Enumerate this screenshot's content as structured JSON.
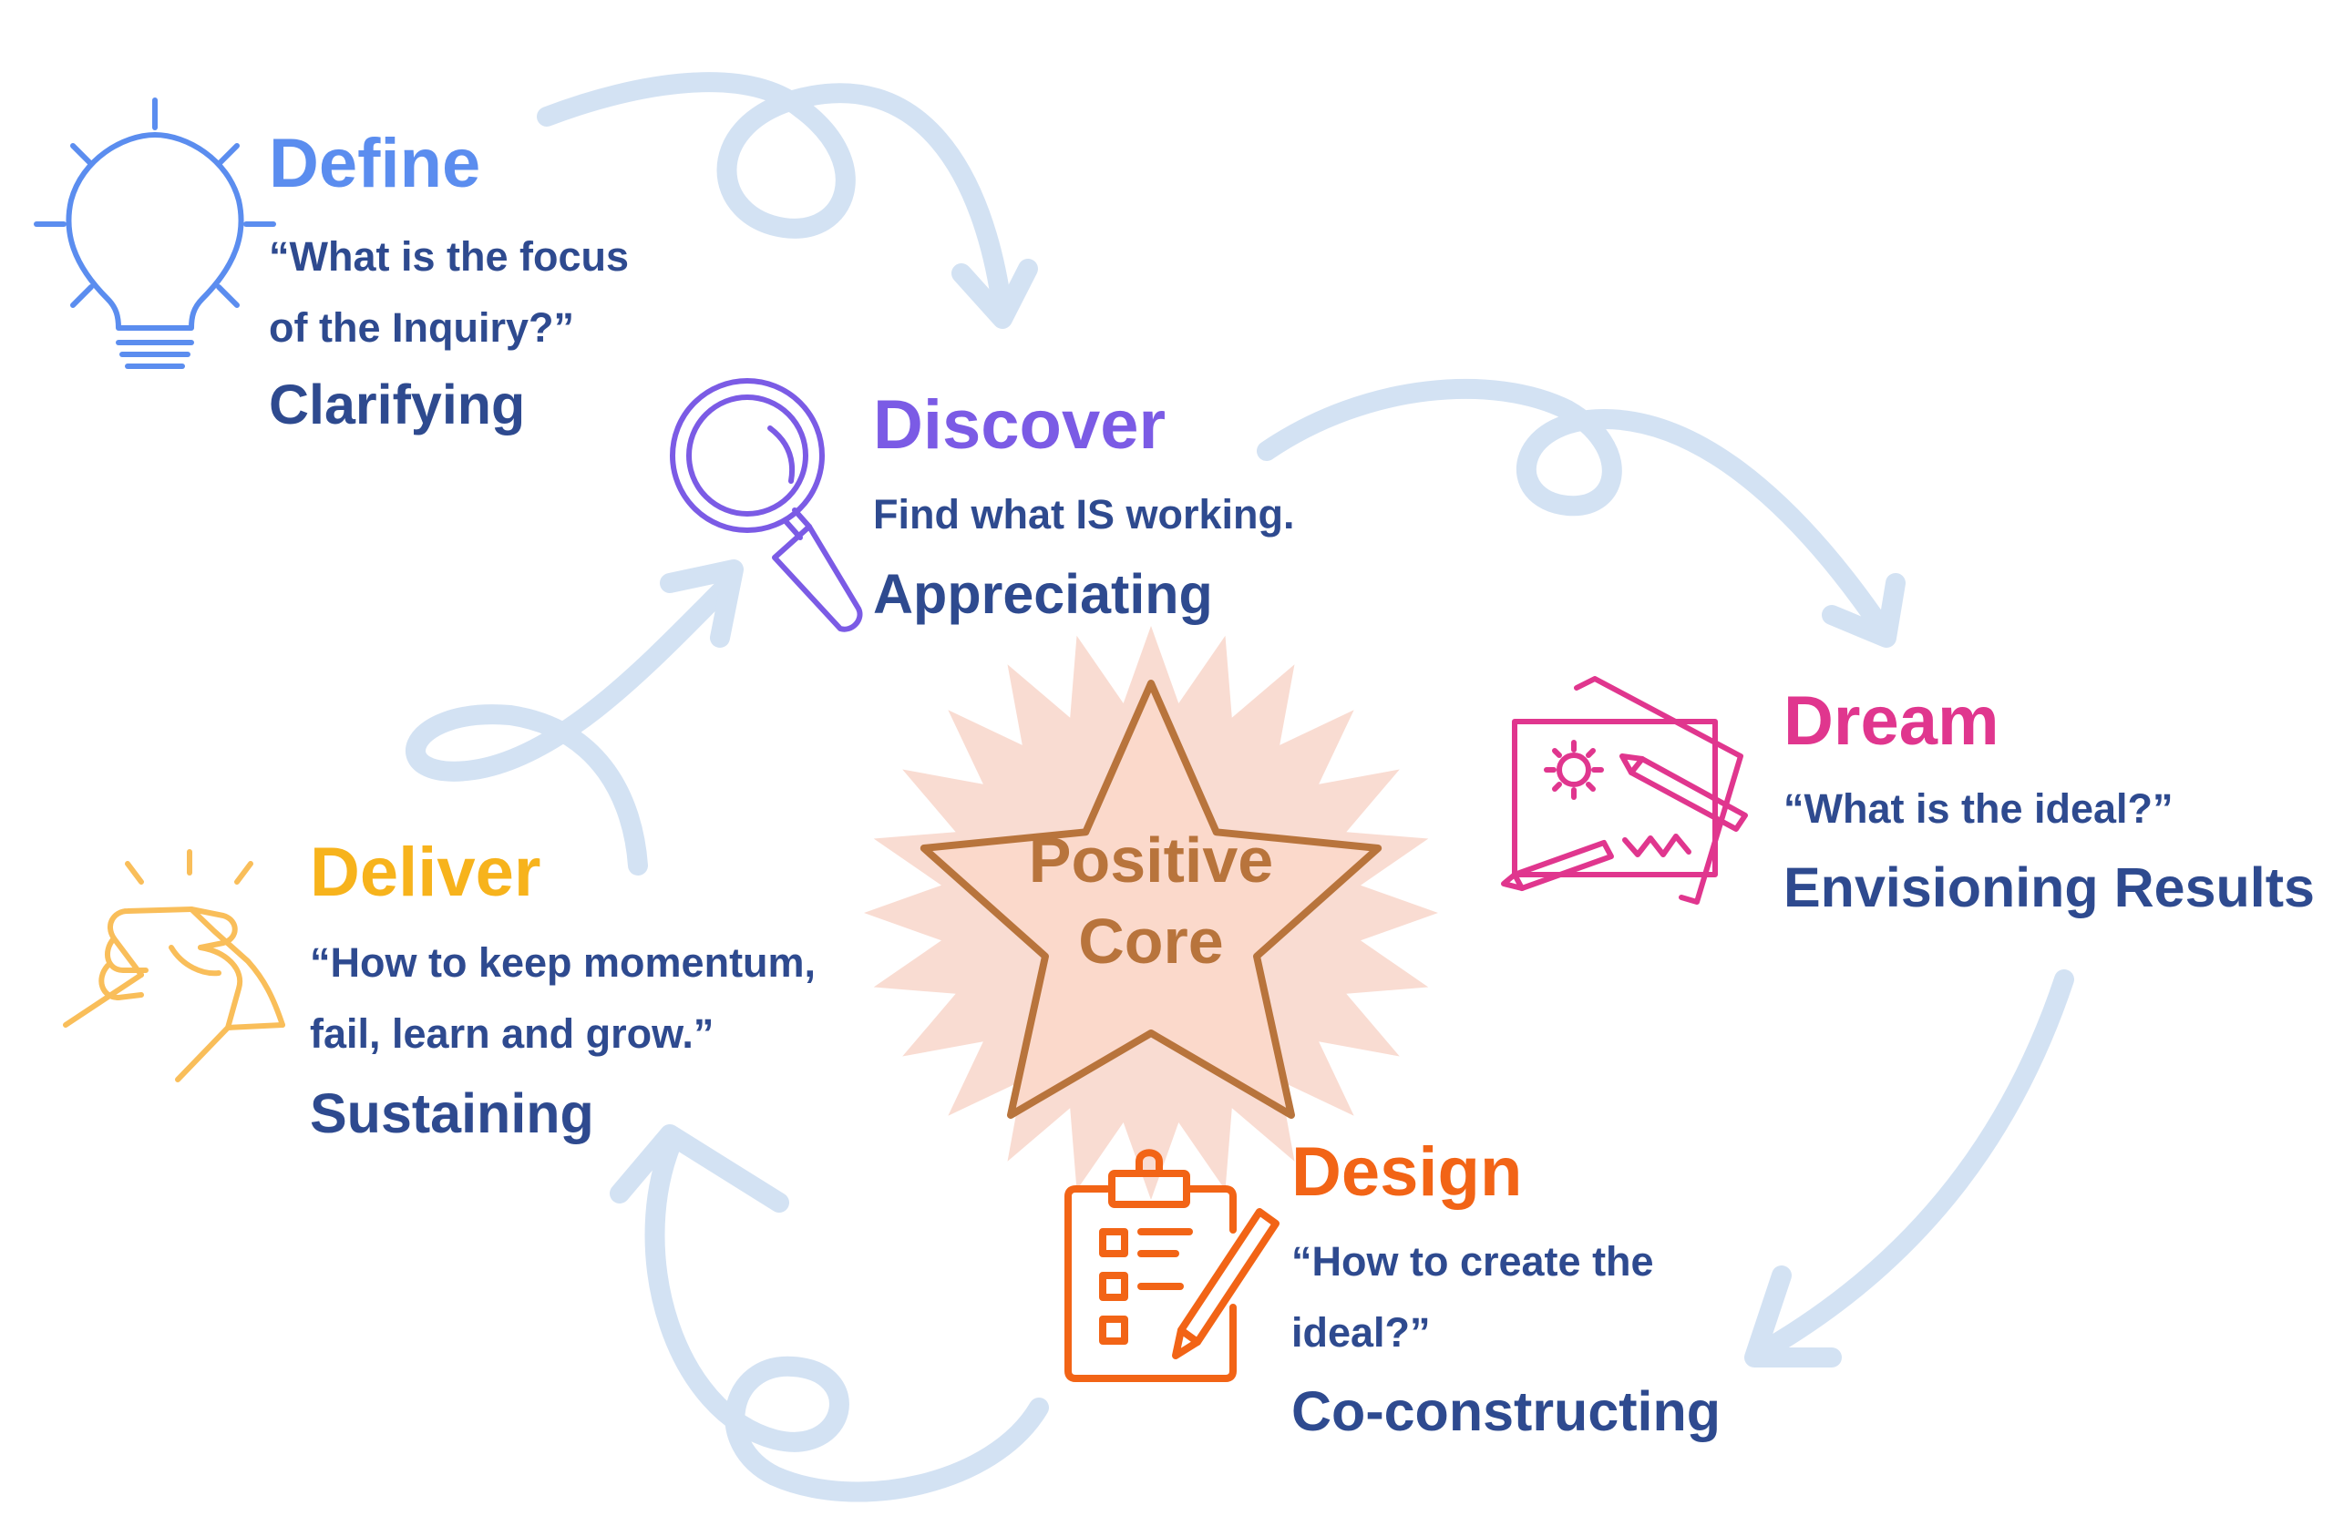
{
  "colors": {
    "define": "#5B8DEF",
    "discover": "#7B5BE5",
    "dream": "#E0368E",
    "design": "#F26416",
    "deliver": "#F7B31C",
    "deliver_icon": "#F9BE5A",
    "body_text": "#2E4A8F",
    "arrow": "#D3E2F3",
    "core_burst": "#F9DCD2",
    "core_star_fill": "#FBD9CB",
    "core_star_stroke": "#B8743C"
  },
  "define": {
    "title": "Define",
    "question_line1": "“What is the focus",
    "question_line2": "of the Inquiry?”",
    "keyword": "Clarifying",
    "icon": "lightbulb-icon"
  },
  "discover": {
    "title": "Discover",
    "question_line1": "Find what IS working.",
    "keyword": "Appreciating",
    "icon": "magnifier-icon"
  },
  "dream": {
    "title": "Dream",
    "question_line1": "“What is the ideal?”",
    "keyword": "Envisioning Results",
    "icon": "drawing-papers-icon"
  },
  "design": {
    "title": "Design",
    "question_line1": "“How to create the",
    "question_line2": "ideal?”",
    "keyword": "Co-constructing",
    "icon": "clipboard-checklist-icon"
  },
  "deliver": {
    "title": "Deliver",
    "question_line1": "“How to keep momentum,",
    "question_line2": "fail, learn and grow.”",
    "keyword": "Sustaining",
    "icon": "handshake-icon"
  },
  "core": {
    "line1": "Positive",
    "line2": "Core",
    "icon": "star-icon"
  }
}
